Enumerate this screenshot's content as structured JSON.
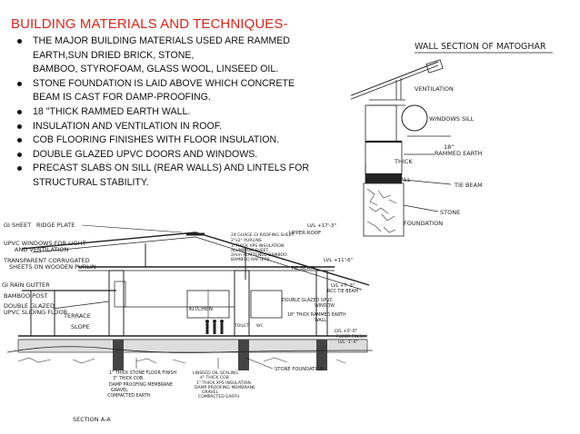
{
  "heading": "BUILDING MATERIALS AND TECHNIQUES-",
  "bullets": [
    {
      "lines": [
        "THE MAJOR BUILDING MATERIALS USED ARE RAMMED",
        "EARTH,SUN DRIED BRICK, STONE,",
        "BAMBOO, STYROFOAM, GLASS WOOL, LINSEED OIL."
      ]
    },
    {
      "lines": [
        "STONE FOUNDATION IS LAID ABOVE WHICH CONCRETE",
        "BEAM IS CAST FOR DAMP-PROOFING."
      ]
    },
    {
      "lines": [
        "18 \"THICK RAMMED EARTH WALL."
      ]
    },
    {
      "lines": [
        "INSULATION AND VENTILATION IN ROOF."
      ]
    },
    {
      "lines": [
        "COB FLOORING FINISHES WITH FLOOR INSULATION."
      ]
    },
    {
      "lines": [
        "DOUBLE GLAZED UPVC  DOORS AND WINDOWS."
      ]
    },
    {
      "lines": [
        "PRECAST SLABS ON SILL (REAR WALLS) AND LINTELS FOR",
        "STRUCTURAL STABILITY."
      ]
    }
  ],
  "wall_section": {
    "title": "WALL SECTION OF MATOGHAR",
    "labels": {
      "ventilation": "VENTILATION",
      "windows_sill": "WINDOWS SILL",
      "thick_18": "18\"",
      "rammed_earth": "RAMMED EARTH",
      "thick": "THICK",
      "wall": "WALL",
      "tie_beam": "TIE BEAM",
      "stone": "STONE",
      "foundation": "FOUNDATION"
    }
  },
  "section_aa": {
    "title": "SECTION A-A",
    "labels": {
      "gi_sheet": "GI SHEET",
      "ridge_plate": "RIDGE PLATE",
      "upvc_windows_1": "UPVC WINDOWS FOR LIGHT",
      "upvc_windows_2": "AND VENTILATION",
      "transparent_1": "TRANSPARENT CORRUGATED",
      "transparent_2": "SHEETS ON WOODEN PURLIN",
      "gi_rain_gutter": "GI RAIN GUTTER",
      "bamboo_post": "BAMBOO POST",
      "double_glazed_1": "DOUBLE GLAZED",
      "double_glazed_2": "UPVC SLIDING FLOOR",
      "terrace": "TERRACE",
      "slope": "SLOPE",
      "kitchen": "KITCHEN",
      "roof_1": "24 GUAGE GI ROOFING SHEET",
      "roof_2": "2\"x2\" PURLINS",
      "roof_3": "3\"THICK XPS INSULATION",
      "roof_4": "ALUMINUM SHEET",
      "roof_5": "2mm FLATTENED BAMBOO",
      "roof_6": "BAMBOO RAFTERS",
      "lvl_upper_roof": "LVL +17'-3\"",
      "upper_roof": "UPPER ROOF",
      "lvl_tie_beam": "LVL +11'-6\"",
      "tie_beam": "TIE BEAM",
      "lvl_rcc": "LVL +7'-3\"",
      "rcc_tie_beam": "RCC TIE BEAM",
      "double_glazed_window_1": "DOUBLE GLAZED UPVC",
      "double_glazed_window_2": "WINDOW",
      "rammed_wall_1": "18\" THICK RAMMED EARTH",
      "rammed_wall_2": "WALL",
      "lvl_floor": "LVL +0'-0\"",
      "floor_finish": "FLOOR FINISH",
      "lvl_minus": "LVL -1'-6\"",
      "stone_foundation": "STONE FOUNDATION",
      "floor_a_1": "1\" THICK STONE FLOOR FINISH",
      "floor_a_2": "3\" THICK COB",
      "floor_a_3": "DAMP PROOFING MEMBRANE",
      "floor_a_4": "GRAVEL",
      "floor_a_5": "COMPACTED EARTH",
      "floor_b_1": "LINSEED OIL SEALING",
      "floor_b_2": "4\" THICK COB",
      "floor_b_3": "1\" THICK XPS INSULATION",
      "floor_b_4": "DAMP PROOFING MEMBRANE",
      "floor_b_5": "GRAVEL",
      "floor_b_6": "COMPACTED EARTH",
      "toilet": "TOILET",
      "wc": "WC"
    }
  }
}
